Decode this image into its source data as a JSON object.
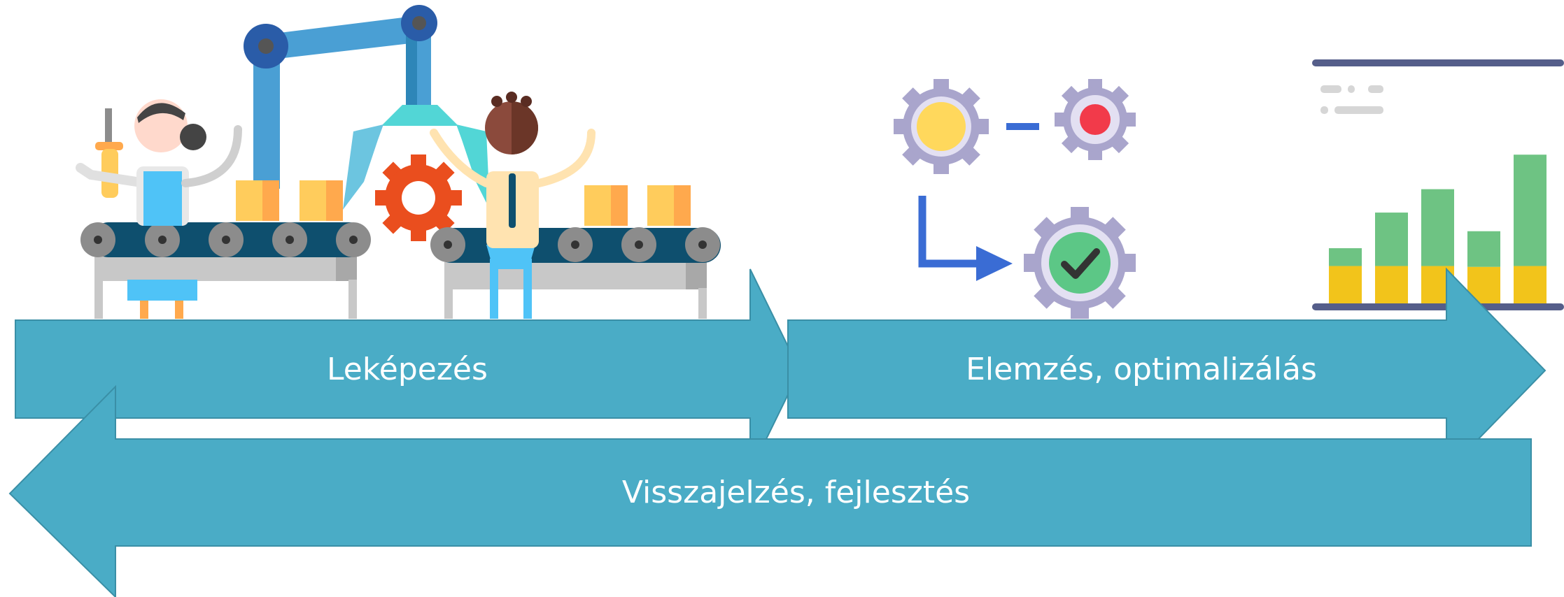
{
  "colors": {
    "arrow_fill": "#4AACC6",
    "arrow_stroke": "#3A8FA6",
    "belt": "#0E4F6E",
    "roller": "#8C8C8C",
    "table": "#C8C8C8",
    "robot_arm": "#4A9FD4",
    "robot_joint": "#2A5CA8",
    "gear_orange": "#EA4E1E",
    "box": "#FFCC5C",
    "box_shade": "#FFA94D",
    "gear_grey": "#A9A5CC",
    "gear_yellow": "#FFD85C",
    "gear_red": "#F23A4A",
    "gear_green": "#5CC786",
    "flow_arrow": "#3A6CD4",
    "chart_frame": "#555E8A",
    "bar_yellow": "#F2C41B",
    "bar_green": "#6EC383"
  },
  "arrows": {
    "mapping": {
      "label": "Leképezés"
    },
    "analysis": {
      "label": "Elemzés, optimalizálás"
    },
    "feedback": {
      "label": "Visszajelzés, fejlesztés"
    }
  },
  "icons": {
    "factory": "factory-conveyor-icon",
    "process_optimization": "gears-process-icon",
    "dashboard": "bar-chart-dashboard-icon"
  },
  "chart_data": {
    "type": "bar",
    "stacked": true,
    "categories": [
      "",
      "",
      "",
      "",
      ""
    ],
    "series": [
      {
        "values": [
          0.45,
          0.45,
          0.45,
          0.44,
          0.45
        ]
      },
      {
        "values": [
          0.16,
          0.48,
          0.69,
          0.32,
          1.0
        ]
      }
    ],
    "grid": false,
    "legend": "none"
  }
}
